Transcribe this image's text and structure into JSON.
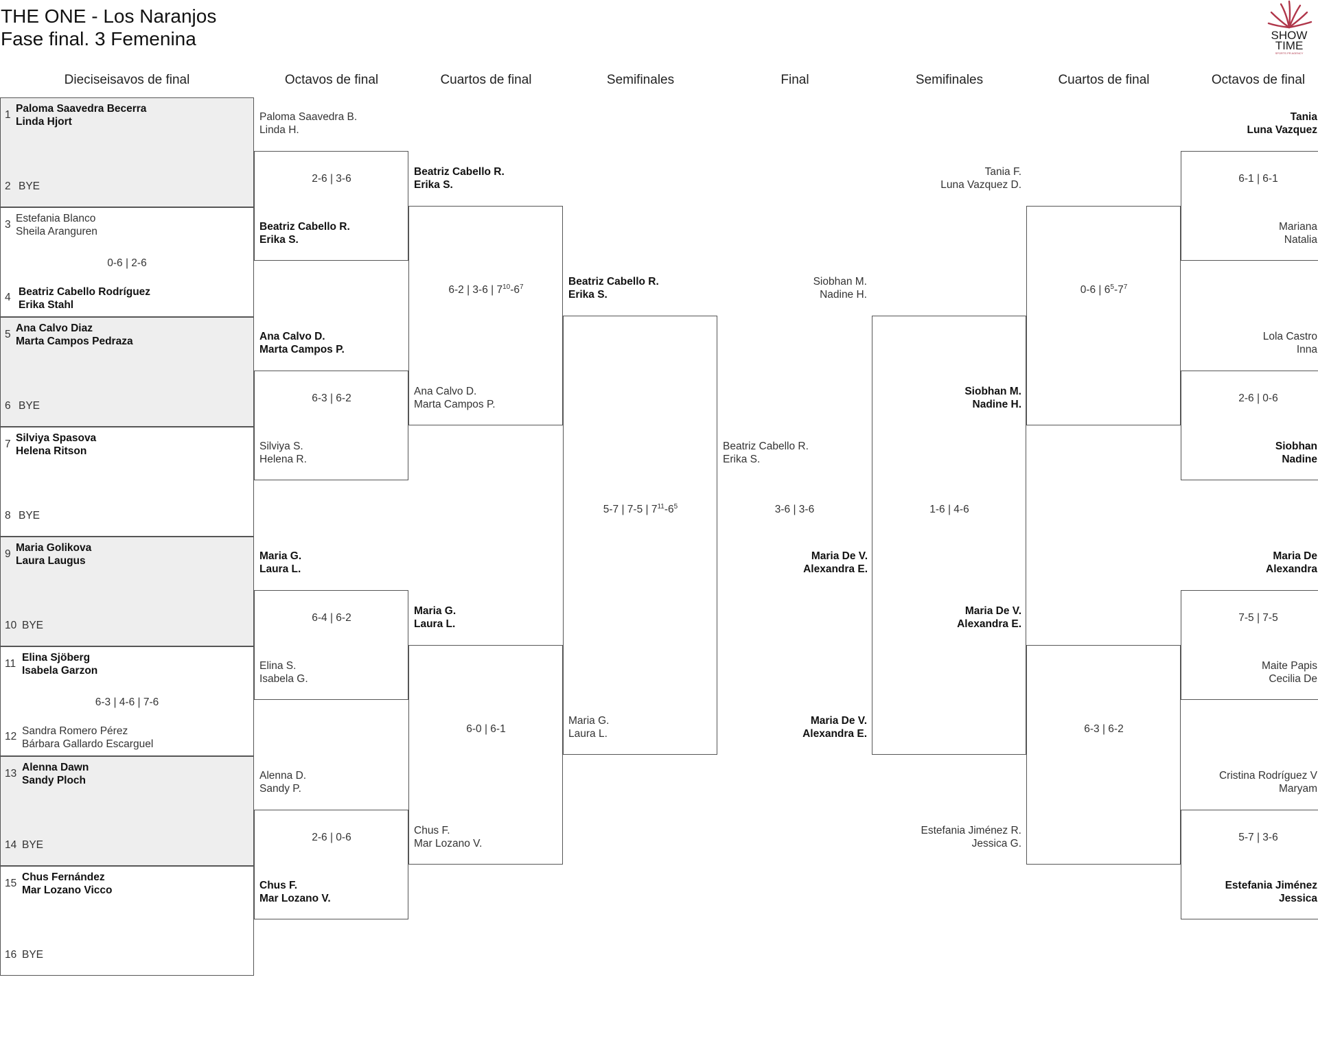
{
  "header": {
    "title_line1": "THE ONE - Los Naranjos",
    "title_line2": "Fase final. 3 Femenina",
    "logo": {
      "line1": "SHOW",
      "line2": "TIME",
      "tagline": "SPORTS PR AGENCY",
      "accent": "#b0364a"
    }
  },
  "rounds": [
    "Dieciseisavos de final",
    "Octavos de final",
    "Cuartos de final",
    "Semifinales",
    "Final",
    "Semifinales",
    "Cuartos de final",
    "Octavos de final"
  ],
  "r32": [
    {
      "a": "1",
      "a1": "Paloma Saavedra Becerra",
      "a2": "Linda Hjort",
      "b": "2",
      "b1": "BYE",
      "b2": "",
      "w": "a",
      "score": ""
    },
    {
      "a": "3",
      "a1": "Estefania Blanco",
      "a2": "Sheila Aranguren",
      "b": "4",
      "b1": "Beatriz Cabello Rodríguez",
      "b2": "Erika Stahl",
      "w": "b",
      "score": "0-6 | 2-6"
    },
    {
      "a": "5",
      "a1": "Ana Calvo Diaz",
      "a2": "Marta Campos Pedraza",
      "b": "6",
      "b1": "BYE",
      "b2": "",
      "w": "a",
      "score": ""
    },
    {
      "a": "7",
      "a1": "Silviya Spasova",
      "a2": "Helena Ritson",
      "b": "8",
      "b1": "BYE",
      "b2": "",
      "w": "a",
      "score": ""
    },
    {
      "a": "9",
      "a1": "Maria Golikova",
      "a2": "Laura Laugus",
      "b": "10",
      "b1": "BYE",
      "b2": "",
      "w": "a",
      "score": ""
    },
    {
      "a": "11",
      "a1": "Elina Sjöberg",
      "a2": "Isabela Garzon",
      "b": "12",
      "b1": "Sandra Romero Pérez",
      "b2": "Bárbara Gallardo Escarguel",
      "w": "a",
      "score": "6-3 | 4-6 | 7-6"
    },
    {
      "a": "13",
      "a1": "Alenna Dawn",
      "a2": "Sandy Ploch",
      "b": "14",
      "b1": "BYE",
      "b2": "",
      "w": "a",
      "score": ""
    },
    {
      "a": "15",
      "a1": "Chus Fernández",
      "a2": "Mar Lozano Vicco",
      "b": "16",
      "b1": "BYE",
      "b2": "",
      "w": "a",
      "score": ""
    }
  ],
  "r16": [
    {
      "a1": "Paloma Saavedra B.",
      "a2": "Linda H.",
      "b1": "Beatriz Cabello R.",
      "b2": "Erika S.",
      "w": "b",
      "score": [
        [
          "2-6 | 3-6"
        ]
      ]
    },
    {
      "a1": "Ana Calvo D.",
      "a2": "Marta Campos P.",
      "b1": "Silviya S.",
      "b2": "Helena R.",
      "w": "a",
      "score": [
        [
          "6-3 | 6-2"
        ]
      ]
    },
    {
      "a1": "Maria G.",
      "a2": "Laura L.",
      "b1": "Elina S.",
      "b2": "Isabela G.",
      "w": "a",
      "score": [
        [
          "6-4 | 6-2"
        ]
      ]
    },
    {
      "a1": "Alenna D.",
      "a2": "Sandy P.",
      "b1": "Chus F.",
      "b2": "Mar Lozano V.",
      "w": "b",
      "score": [
        [
          "2-6 | 0-6"
        ]
      ]
    }
  ],
  "qf": [
    {
      "a1": "Beatriz Cabello R.",
      "a2": "Erika S.",
      "b1": "Ana Calvo D.",
      "b2": "Marta Campos P.",
      "w": "a",
      "score": [
        [
          "6-2 | 3-6 | 7"
        ],
        [
          "10",
          "sup"
        ],
        [
          "-6"
        ],
        [
          "7",
          "sup"
        ]
      ]
    },
    {
      "a1": "Maria G.",
      "a2": "Laura L.",
      "b1": "Chus F.",
      "b2": "Mar Lozano V.",
      "w": "a",
      "score": [
        [
          "6-0 | 6-1"
        ]
      ]
    }
  ],
  "sf": [
    {
      "a1": "Beatriz Cabello R.",
      "a2": "Erika S.",
      "b1": "Maria G.",
      "b2": "Laura L.",
      "w": "a",
      "score": [
        [
          "5-7 | 7-5 | 7"
        ],
        [
          "11",
          "sup"
        ],
        [
          "-6"
        ],
        [
          "5",
          "sup"
        ]
      ]
    }
  ],
  "final": {
    "a1": "Beatriz Cabello R.",
    "a2": "Erika S.",
    "b1": "Maria De V.",
    "b2": "Alexandra E.",
    "w": "b",
    "score": [
      [
        "3-6 | 3-6"
      ]
    ]
  },
  "sf_r": [
    {
      "a1": "Siobhan M.",
      "a2": "Nadine H.",
      "b1": "Maria De V.",
      "b2": "Alexandra E.",
      "w": "b",
      "score": [
        [
          "1-6 | 4-6"
        ]
      ]
    }
  ],
  "qf_r": [
    {
      "a1": "Tania F.",
      "a2": "Luna Vazquez D.",
      "b1": "Siobhan M.",
      "b2": "Nadine H.",
      "w": "b",
      "score": [
        [
          "0-6 | 6"
        ],
        [
          "5",
          "sup"
        ],
        [
          "-7"
        ],
        [
          "7",
          "sup"
        ]
      ]
    },
    {
      "a1": "Maria De V.",
      "a2": "Alexandra E.",
      "b1": "Estefania Jiménez R.",
      "b2": "Jessica G.",
      "w": "a",
      "score": [
        [
          "6-3 | 6-2"
        ]
      ]
    }
  ],
  "r16_r": [
    {
      "a1": "Tania",
      "a2": "Luna Vazquez",
      "b1": "Mariana",
      "b2": "Natalia",
      "w": "a",
      "score": [
        [
          "6-1 | 6-1"
        ]
      ]
    },
    {
      "a1": "Lola Castro",
      "a2": "Inna",
      "b1": "Siobhan M.",
      "b2": "Nadine H.",
      "w": "b",
      "score": [
        [
          "2-6 | 0-6"
        ]
      ]
    },
    {
      "a1": "Siobhan",
      "a2": "Nadine",
      "b1": "Maria De V.",
      "b2": "Alexandra E.",
      "w": "b",
      "score": [
        [
          "7-5 | 7-5"
        ]
      ]
    },
    {
      "a1": "Maria De",
      "a2": "Alexandra",
      "b1": "Maite Papis",
      "b2": "Cecilia De",
      "w": "a",
      "score": []
    },
    {
      "a1": "Cristina Rodríguez V",
      "a2": "Maryam",
      "b1": "Estefania Jiménez R.",
      "b2": "Jessica G.",
      "w": "b",
      "score": [
        [
          "5-7 | 3-6"
        ]
      ]
    },
    {
      "a1": "Estefania Jiménez",
      "a2": "Jessica",
      "b1": "",
      "b2": "",
      "w": "a",
      "score": []
    }
  ]
}
